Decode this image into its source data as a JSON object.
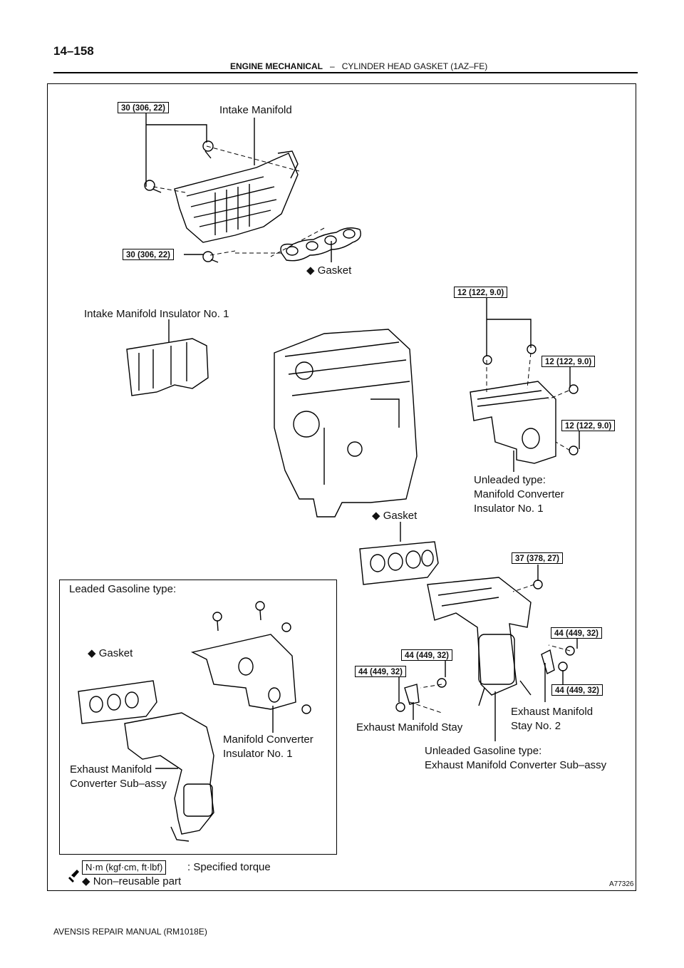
{
  "header": {
    "page_number": "14–158",
    "section": "ENGINE MECHANICAL",
    "separator": "–",
    "subsection": "CYLINDER HEAD GASKET (1AZ–FE)"
  },
  "footer": {
    "manual": "AVENSIS REPAIR MANUAL   (RM1018E)"
  },
  "figure_id": "A77326",
  "labels": {
    "intake_manifold": "Intake Manifold",
    "gasket_intake": "Gasket",
    "intake_insulator": "Intake Manifold Insulator No. 1",
    "unleaded_insulator": [
      "Unleaded type:",
      "Manifold Converter",
      "Insulator No. 1"
    ],
    "gasket_exhaust": "Gasket",
    "leaded_type": "Leaded Gasoline type:",
    "gasket_leaded": "Gasket",
    "manifold_converter_insulator": [
      "Manifold Converter",
      "Insulator No. 1"
    ],
    "exhaust_converter_leaded": [
      "Exhaust Manifold",
      "Converter Sub–assy"
    ],
    "exhaust_stay": "Exhaust Manifold Stay",
    "exhaust_stay_no2": [
      "Exhaust Manifold",
      "Stay No. 2"
    ],
    "unleaded_converter": [
      "Unleaded Gasoline type:",
      "Exhaust Manifold Converter Sub–assy"
    ]
  },
  "torques": {
    "t30a": "30 (306, 22)",
    "t30b": "30 (306, 22)",
    "t12a": "12 (122, 9.0)",
    "t12b": "12 (122, 9.0)",
    "t12c": "12 (122, 9.0)",
    "t37": "37 (378, 27)",
    "t44a": "44 (449, 32)",
    "t44b": "44 (449, 32)",
    "t44c": "44 (449, 32)",
    "t44d": "44 (449, 32)"
  },
  "legend": {
    "unit_box": "N·m (kgf·cm, ft·lbf)",
    "torque_text": ": Specified torque",
    "nonreusable_text": "Non–reusable part"
  },
  "icons": [
    "torque-wrench-icon",
    "diamond-icon"
  ]
}
